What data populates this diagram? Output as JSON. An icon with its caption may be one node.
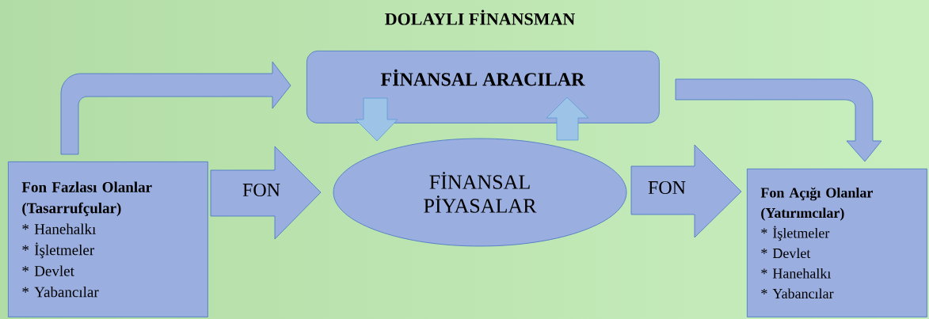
{
  "diagram": {
    "title": "DOLAYLI FİNANSMAN",
    "nodes": [
      {
        "text": [
          "Fon Fazlası Olanlar (Tasarrufçular)",
          "* Hanehalkı",
          "* İşletmeler",
          "* Devlet",
          "* Yabancılar"
        ]
      },
      {
        "text": [
          "FİNANSAL ARACILAR"
        ]
      },
      {
        "text": [
          "FİNANSAL PİYASALAR"
        ]
      },
      {
        "text": [
          "Fon Açığı Olanlar (Yatırımcılar)",
          "* İşletmeler",
          "* Devlet",
          "* Hanehalkı",
          "* Yabancılar"
        ]
      }
    ],
    "edges": [
      {
        "from": 0,
        "to": 1,
        "arrow": "to"
      },
      {
        "from": 0,
        "to": 2,
        "arrow": "to",
        "label": "FON"
      },
      {
        "from": 1,
        "to": 2,
        "arrow": "to",
        "color": "#9dc3e6"
      },
      {
        "from": 2,
        "to": 1,
        "arrow": "to",
        "color": "#9dc3e6"
      },
      {
        "from": 2,
        "to": 3,
        "arrow": "to",
        "label": "FON"
      },
      {
        "from": 1,
        "to": 3,
        "arrow": "to"
      }
    ]
  }
}
